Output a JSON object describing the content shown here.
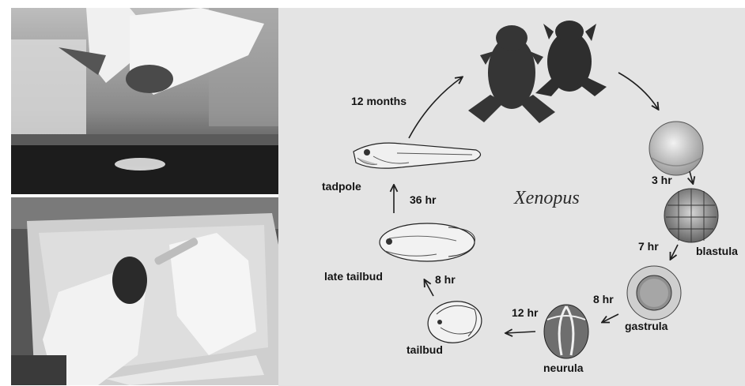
{
  "diagram": {
    "title": "Xenopus",
    "stages": {
      "blastula": "blastula",
      "gastrula": "gastrula",
      "neurula": "neurula",
      "tailbud": "tailbud",
      "late_tailbud": "late tailbud",
      "tadpole": "tadpole"
    },
    "intervals": {
      "egg_to_blastula": "3 hr",
      "blastula_to_gastrula": "7 hr",
      "gastrula_to_neurula": "8 hr",
      "neurula_to_tailbud": "12 hr",
      "tailbud_to_late_tailbud": "8 hr",
      "late_tailbud_to_tadpole": "36 hr",
      "tadpole_to_adult": "12 months"
    }
  },
  "colors": {
    "diagram_background": "#e4e4e4",
    "text": "#141414",
    "arrow": "#1e1e1e"
  }
}
